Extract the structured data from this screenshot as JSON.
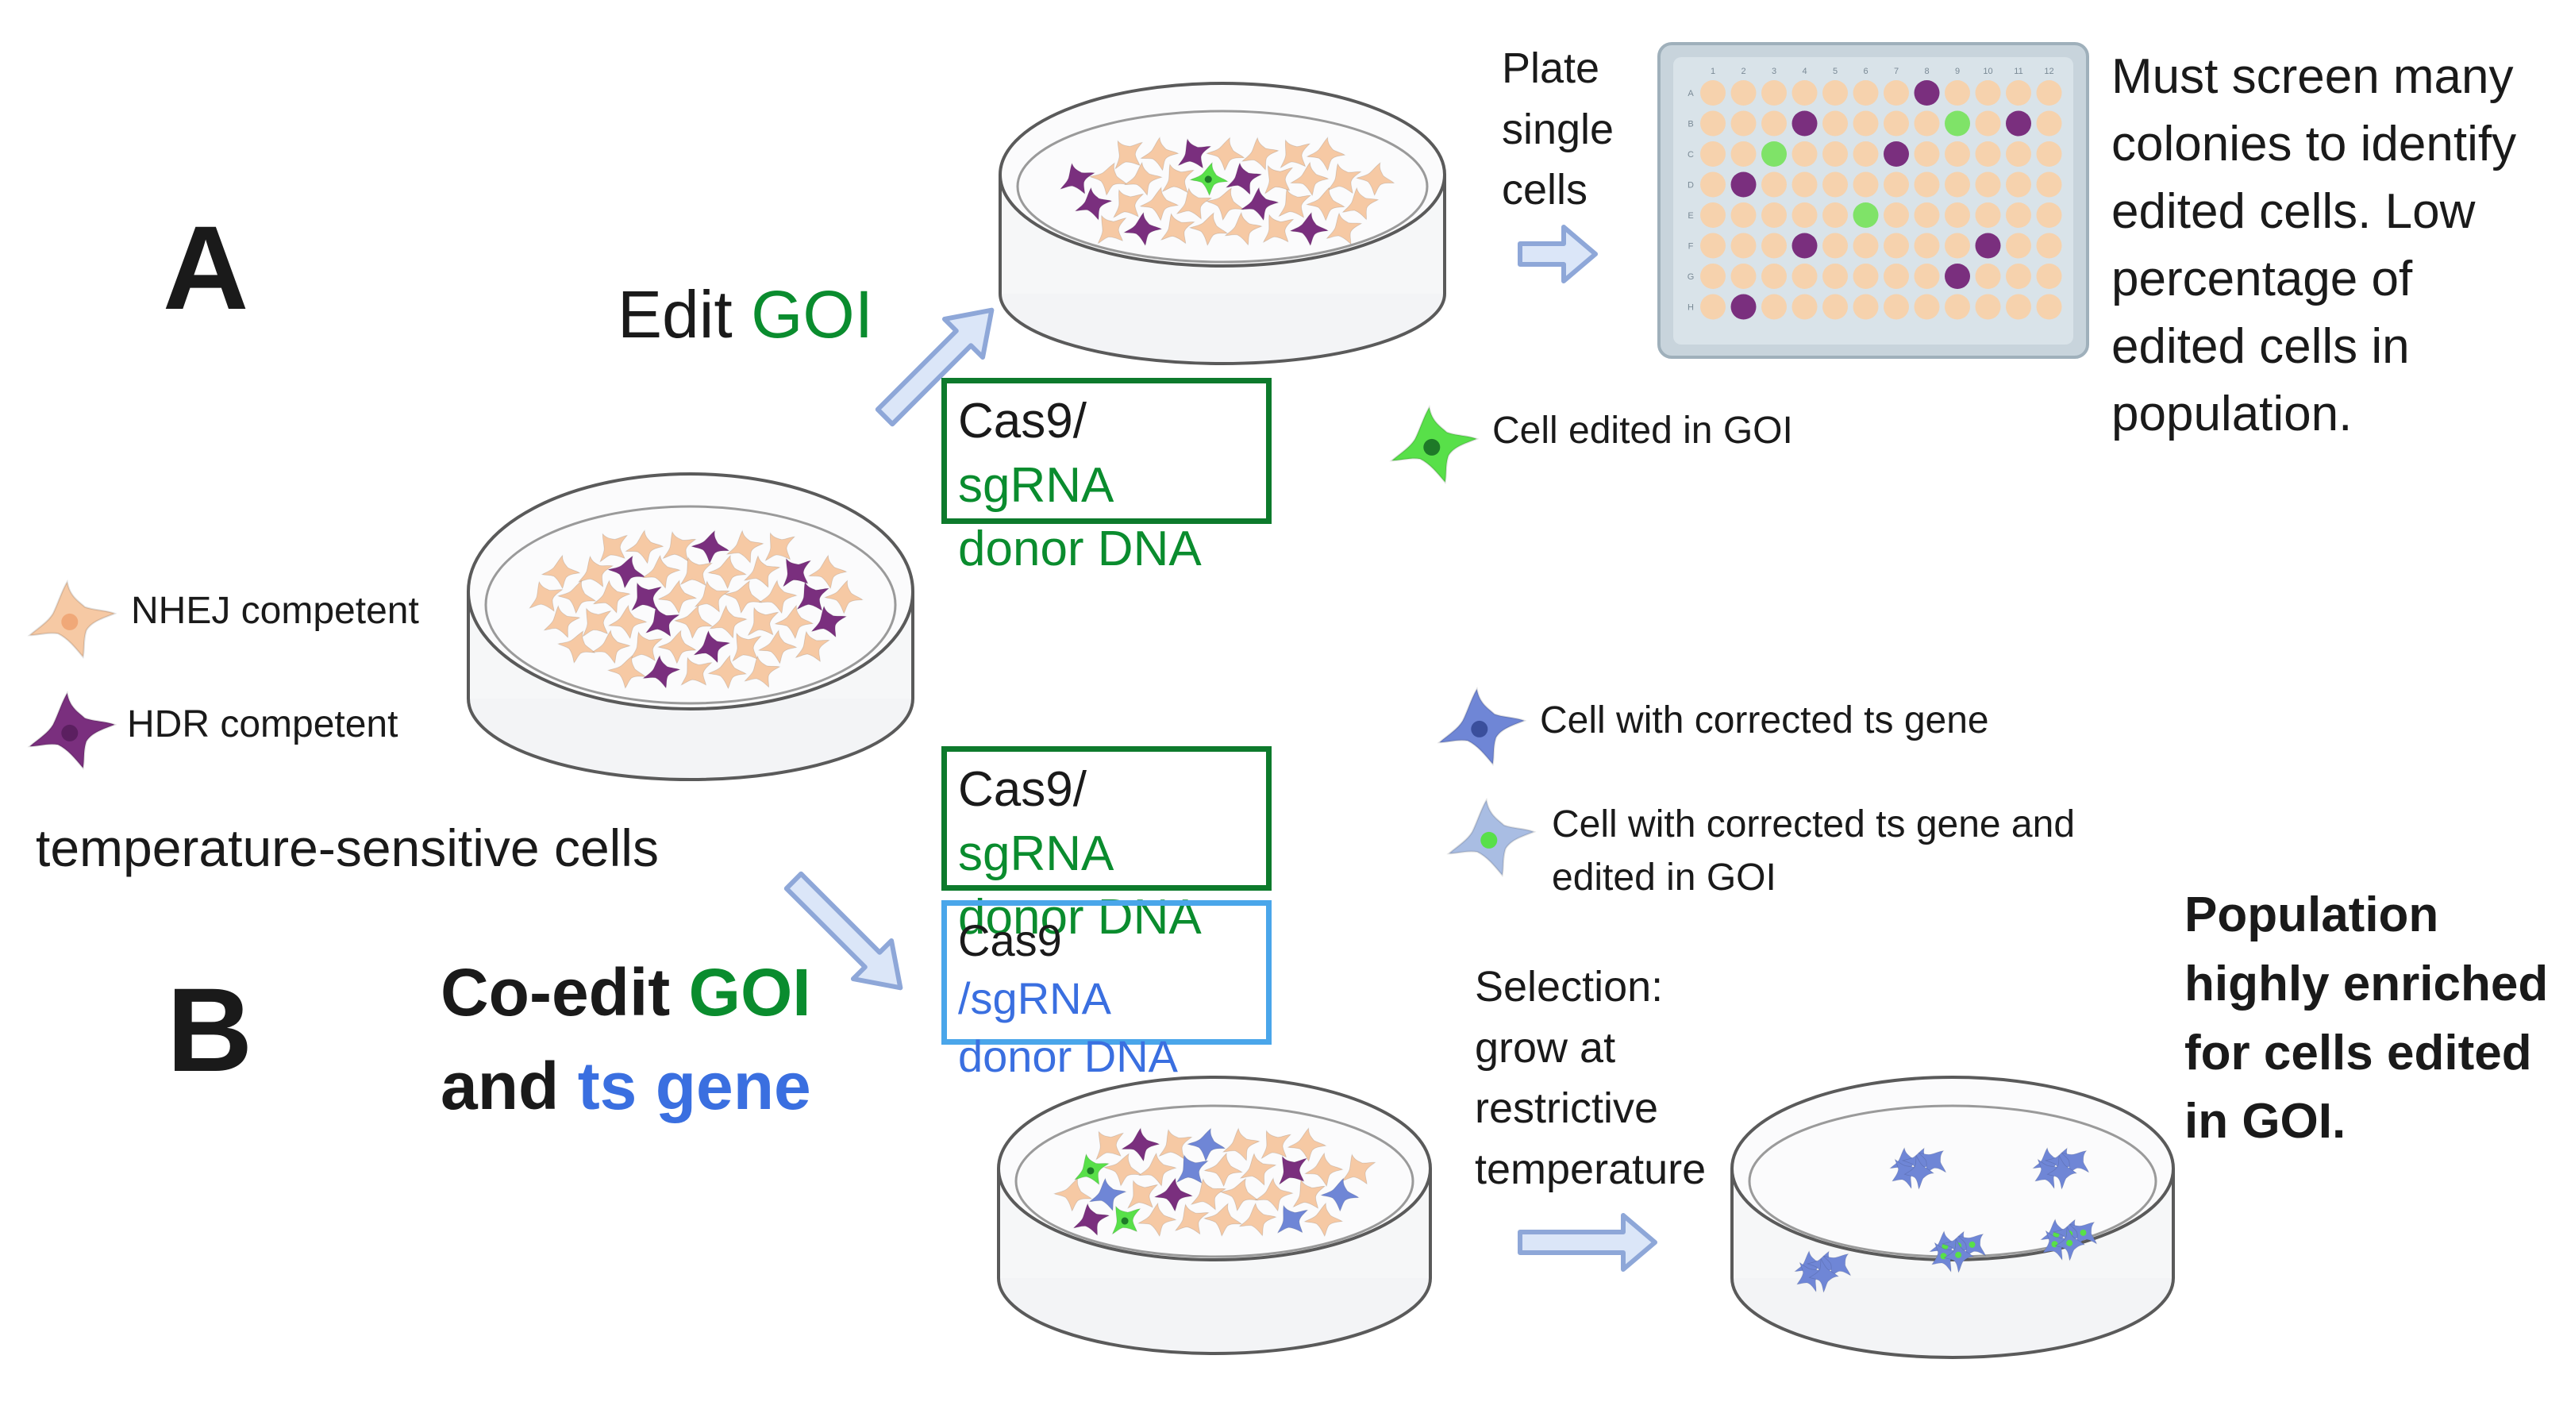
{
  "panel_a": {
    "letter": "A",
    "edit_prefix": "Edit ",
    "edit_goi": "GOI",
    "reagents": {
      "cas9": "Cas9/",
      "sgrna": "sgRNA",
      "donor": "donor DNA"
    },
    "plate_step": [
      "Plate",
      "single",
      "cells"
    ],
    "legend_edited": "Cell edited in GOI",
    "result": [
      "Must screen many",
      "colonies to identify",
      "edited cells. Low",
      "percentage of",
      "edited cells in",
      "population."
    ],
    "plate": {
      "columns": [
        "1",
        "2",
        "3",
        "4",
        "5",
        "6",
        "7",
        "8",
        "9",
        "10",
        "11",
        "12"
      ],
      "rows": [
        "A",
        "B",
        "C",
        "D",
        "E",
        "F",
        "G",
        "H"
      ]
    }
  },
  "start": {
    "legend_nhej": "NHEJ competent",
    "legend_hdr": "HDR competent",
    "caption": "temperature-sensitive cells"
  },
  "panel_b": {
    "letter": "B",
    "coedit_line1_prefix": "Co-edit ",
    "coedit_goi": "GOI",
    "coedit_line2_prefix": "and ",
    "coedit_ts": "ts gene",
    "reagents_goi": {
      "cas9": "Cas9/",
      "sgrna": "sgRNA",
      "donor": "donor DNA"
    },
    "reagents_ts": {
      "cas9": "Cas9",
      "sgrna": "/sgRNA",
      "donor": "donor DNA"
    },
    "legend_ts": "Cell with corrected ts gene",
    "legend_both": [
      "Cell with corrected ts gene and",
      "edited in GOI"
    ],
    "selection": [
      "Selection:",
      "grow at",
      "restrictive",
      "temperature"
    ],
    "result": [
      "Population",
      "highly enriched",
      "for cells edited",
      "in GOI."
    ]
  },
  "colors": {
    "nhej_cell": "#f6c9a4",
    "hdr_cell": "#7a2f7e",
    "goi_edited_cell": "#58e049",
    "ts_corrected_cell": "#6f86d6",
    "text_green": "#0a8c2e",
    "text_blue": "#3a6fe0",
    "arrow_fill": "#dbe6f8",
    "arrow_stroke": "#8ea7d8"
  }
}
